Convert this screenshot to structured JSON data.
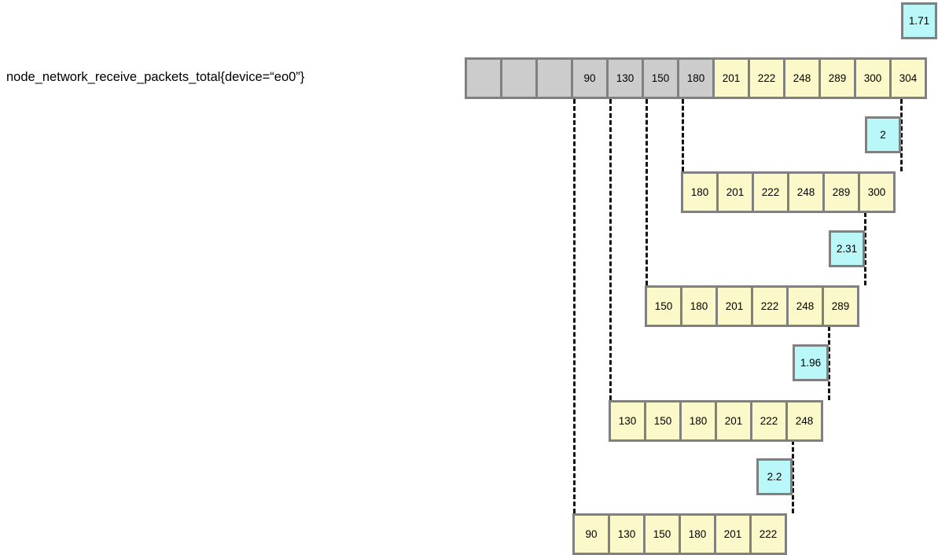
{
  "diagram": {
    "metric_label": "node_network_receive_packets_total{device=“eo0”}",
    "colors": {
      "counter_sample": "#fbf8c9",
      "out_of_window": "#cccccc",
      "rate_result": "#b9f7f9",
      "border": "#808080",
      "connector": "#111111"
    },
    "series_rows": [
      {
        "name": "full-counter-series",
        "cells": [
          {
            "value": "",
            "state": "empty"
          },
          {
            "value": "",
            "state": "empty"
          },
          {
            "value": "",
            "state": "empty"
          },
          {
            "value": "90",
            "state": "gray"
          },
          {
            "value": "130",
            "state": "gray"
          },
          {
            "value": "150",
            "state": "gray"
          },
          {
            "value": "180",
            "state": "gray"
          },
          {
            "value": "201",
            "state": "yellow"
          },
          {
            "value": "222",
            "state": "yellow"
          },
          {
            "value": "248",
            "state": "yellow"
          },
          {
            "value": "289",
            "state": "yellow"
          },
          {
            "value": "300",
            "state": "yellow"
          },
          {
            "value": "304",
            "state": "yellow"
          }
        ]
      },
      {
        "name": "window-2",
        "cells": [
          {
            "value": "180",
            "state": "yellow"
          },
          {
            "value": "201",
            "state": "yellow"
          },
          {
            "value": "222",
            "state": "yellow"
          },
          {
            "value": "248",
            "state": "yellow"
          },
          {
            "value": "289",
            "state": "yellow"
          },
          {
            "value": "300",
            "state": "yellow"
          }
        ]
      },
      {
        "name": "window-3",
        "cells": [
          {
            "value": "150",
            "state": "yellow"
          },
          {
            "value": "180",
            "state": "yellow"
          },
          {
            "value": "201",
            "state": "yellow"
          },
          {
            "value": "222",
            "state": "yellow"
          },
          {
            "value": "248",
            "state": "yellow"
          },
          {
            "value": "289",
            "state": "yellow"
          }
        ]
      },
      {
        "name": "window-4",
        "cells": [
          {
            "value": "130",
            "state": "yellow"
          },
          {
            "value": "150",
            "state": "yellow"
          },
          {
            "value": "180",
            "state": "yellow"
          },
          {
            "value": "201",
            "state": "yellow"
          },
          {
            "value": "222",
            "state": "yellow"
          },
          {
            "value": "248",
            "state": "yellow"
          }
        ]
      },
      {
        "name": "window-5",
        "cells": [
          {
            "value": "90",
            "state": "yellow"
          },
          {
            "value": "130",
            "state": "yellow"
          },
          {
            "value": "150",
            "state": "yellow"
          },
          {
            "value": "180",
            "state": "yellow"
          },
          {
            "value": "201",
            "state": "yellow"
          },
          {
            "value": "222",
            "state": "yellow"
          }
        ]
      }
    ],
    "rate_values": [
      {
        "name": "rate-1",
        "value": "1.71"
      },
      {
        "name": "rate-2",
        "value": "2"
      },
      {
        "name": "rate-3",
        "value": "2.31"
      },
      {
        "name": "rate-4",
        "value": "1.96"
      },
      {
        "name": "rate-5",
        "value": "2.2"
      }
    ]
  }
}
